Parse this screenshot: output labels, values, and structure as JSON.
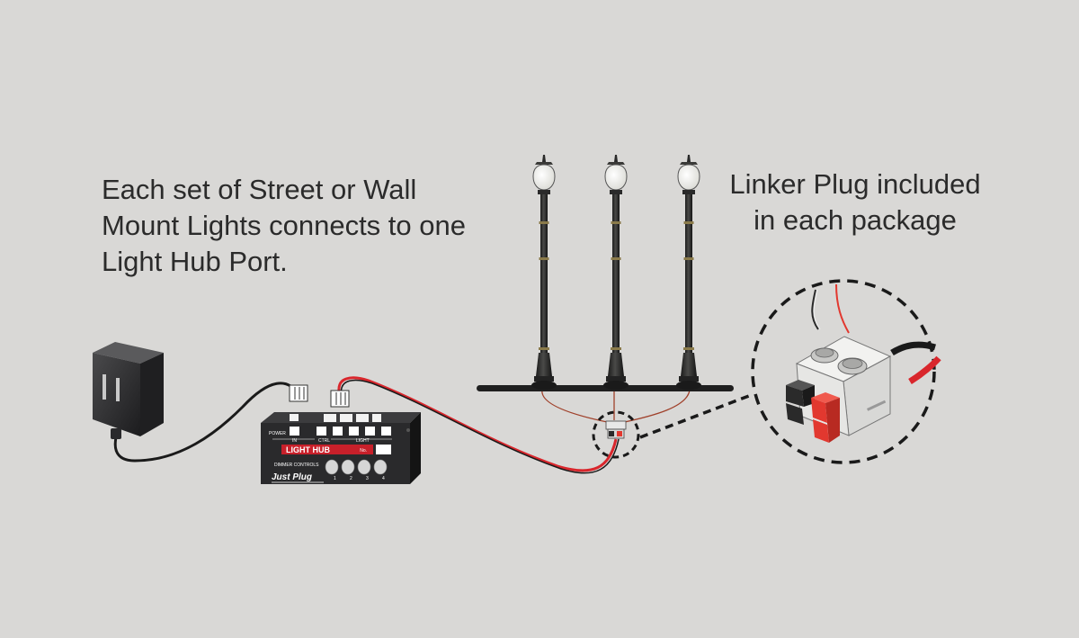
{
  "captions": {
    "left_lines": [
      "Each set of Street or Wall",
      "Mount Lights connects to one",
      "Light Hub Port."
    ],
    "right_lines": [
      "Linker Plug included",
      "in each package"
    ]
  },
  "hub": {
    "power_label": "POWER",
    "in_label": "IN",
    "ctrl_label": "CTRL",
    "light_label": "LIGHT",
    "name": "LIGHT HUB",
    "no_label": "No.",
    "dimmer_label": "DIMMER CONTROLS",
    "brand": "Just Plug",
    "knob_numbers": [
      "1",
      "2",
      "3",
      "4"
    ]
  },
  "colors": {
    "background": "#d9d8d6",
    "hub_red": "#c8202a",
    "wire_red": "#d9262c",
    "plug_red": "#e2382f",
    "body_dark": "#2a2a2c"
  },
  "icons": {
    "adapter": "power-adapter-icon",
    "hub": "light-hub-device",
    "lamp": "street-lamp-icon",
    "plug": "linker-plug-icon"
  }
}
